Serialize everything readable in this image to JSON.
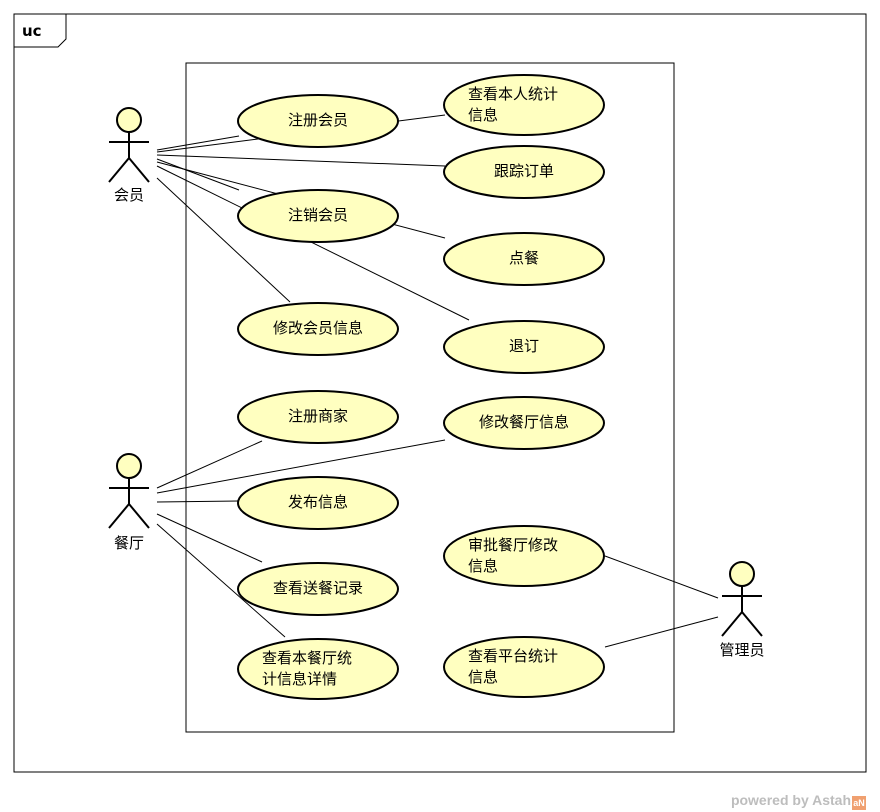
{
  "frame": {
    "label": "uc"
  },
  "actors": [
    {
      "id": "member",
      "name": "会员"
    },
    {
      "id": "restaurant",
      "name": "餐厅"
    },
    {
      "id": "admin",
      "name": "管理员"
    }
  ],
  "use_cases": [
    {
      "id": "register-member",
      "label": "注册会员",
      "connected_to": [
        "member"
      ]
    },
    {
      "id": "view-own-stats",
      "label": "查看本人统计\n信息",
      "connected_to": [
        "member"
      ]
    },
    {
      "id": "track-order",
      "label": "跟踪订单",
      "connected_to": [
        "member"
      ]
    },
    {
      "id": "cancel-member",
      "label": "注销会员",
      "connected_to": [
        "member"
      ]
    },
    {
      "id": "order-meal",
      "label": "点餐",
      "connected_to": [
        "member"
      ]
    },
    {
      "id": "edit-member-info",
      "label": "修改会员信息",
      "connected_to": [
        "member"
      ]
    },
    {
      "id": "cancel-order",
      "label": "退订",
      "connected_to": [
        "member"
      ]
    },
    {
      "id": "register-merchant",
      "label": "注册商家",
      "connected_to": [
        "restaurant"
      ]
    },
    {
      "id": "edit-restaurant-info",
      "label": "修改餐厅信息",
      "connected_to": [
        "restaurant"
      ]
    },
    {
      "id": "publish-info",
      "label": "发布信息",
      "connected_to": [
        "restaurant"
      ]
    },
    {
      "id": "approve-restaurant-changes",
      "label": "审批餐厅修改\n信息",
      "connected_to": [
        "admin"
      ]
    },
    {
      "id": "view-delivery-records",
      "label": "查看送餐记录",
      "connected_to": [
        "restaurant"
      ]
    },
    {
      "id": "view-platform-stats",
      "label": "查看平台统计\n信息",
      "connected_to": [
        "admin"
      ]
    },
    {
      "id": "view-restaurant-stats",
      "label": "查看本餐厅统\n计信息详情",
      "connected_to": [
        "restaurant"
      ]
    }
  ],
  "colors": {
    "use_case_fill": "#ffffc0",
    "stroke": "#000000",
    "actor_fill": "#ffffc0"
  },
  "watermark": {
    "text": "powered by Astah",
    "logo": "aN"
  }
}
